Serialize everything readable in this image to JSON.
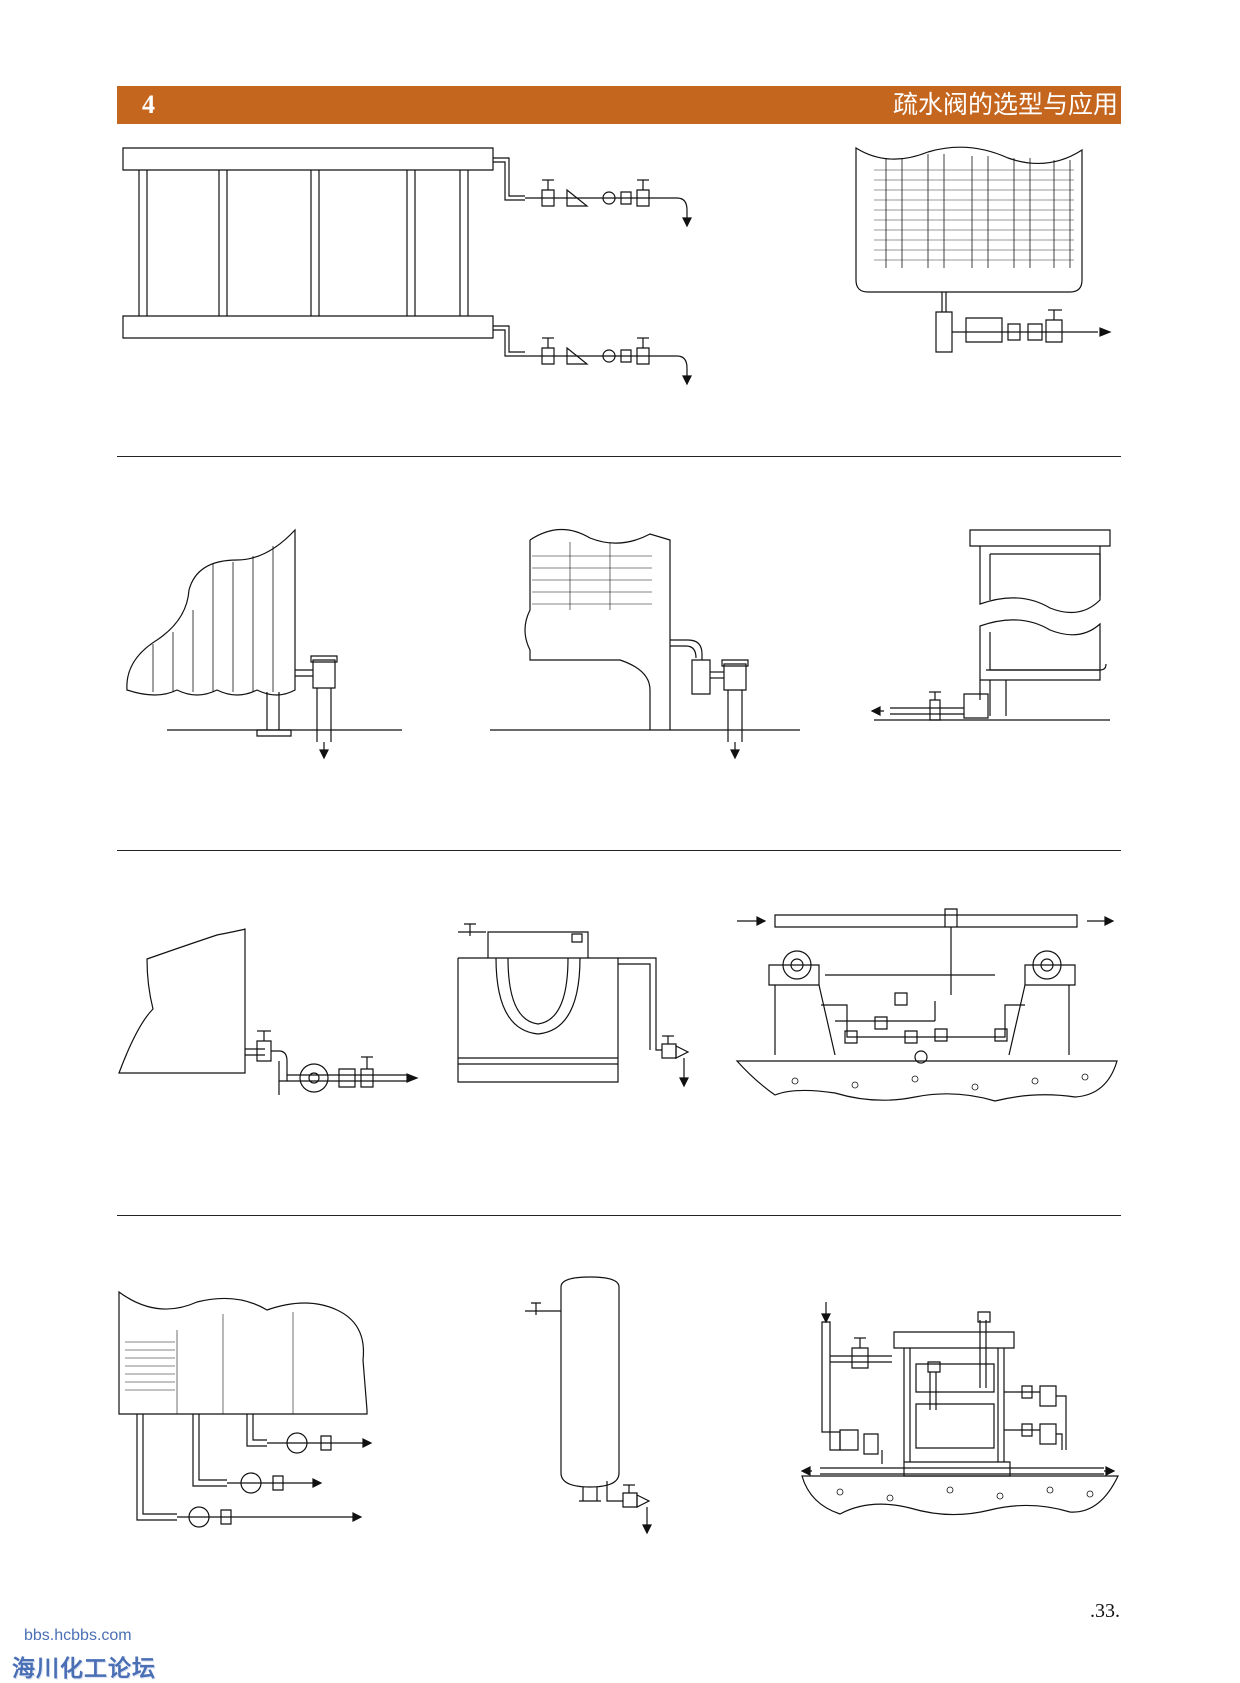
{
  "header": {
    "chapter_number": "4",
    "chapter_title": "疏水阀的选型与应用",
    "bar_color": "#c5661f"
  },
  "footer": {
    "page_number": ".33."
  },
  "watermark": {
    "url": "bbs.hcbbs.com",
    "forum_name": "海川化工论坛",
    "color": "#4a6fb5"
  },
  "figures": [
    "radiator-panel-drain-diagram",
    "unit-heater-drain-diagram",
    "column-radiator-drain-diagram",
    "wall-heater-drain-diagram",
    "heat-exchanger-coil-drain-diagram",
    "tank-jacket-drain-diagram",
    "jacketed-kettle-drain-diagram",
    "press-platen-drain-diagram",
    "dryer-cylinder-drain-diagram",
    "vertical-vessel-drain-diagram",
    "press-frame-drain-diagram"
  ]
}
